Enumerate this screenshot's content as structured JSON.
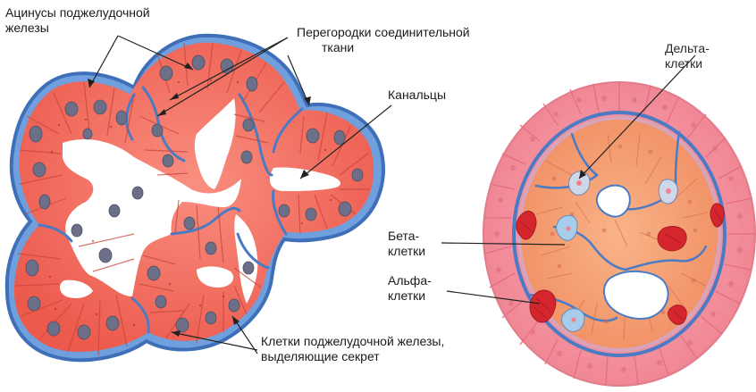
{
  "labels": {
    "acini": {
      "line1": "Ацинусы поджелудочной",
      "line2": "железы"
    },
    "septa": {
      "line1": "Перегородки соединительной",
      "line2": "ткани"
    },
    "ducts": {
      "line1": "Канальцы"
    },
    "delta": {
      "line1": "Дельта-",
      "line2": "клетки"
    },
    "beta": {
      "line1": "Бета-",
      "line2": "клетки"
    },
    "alpha": {
      "line1": "Альфа-",
      "line2": "клетки"
    },
    "secretory": {
      "line1": "Клетки поджелудочной железы,",
      "line2": "выделяющие секрет"
    }
  },
  "colors": {
    "background": "#ffffff",
    "acinar_cell": "#f46a5e",
    "acinar_cell_light": "#f9a08f",
    "acinar_outline": "#c8463c",
    "connective_tissue": "#4a7bc4",
    "connective_tissue_light": "#9cc0ea",
    "nucleus": "#6a6e86",
    "islet_cell": "#f7a276",
    "islet_rim_cell": "#f28b99",
    "beta_cell": "#9fc6e8",
    "alpha_cell": "#d8232a",
    "lumen": "#ffffff",
    "leader_line": "#222222"
  },
  "icons": {
    "exocrine_tissue": "pancreatic-acini-illustration",
    "endocrine_islet": "islet-of-langerhans-illustration"
  }
}
